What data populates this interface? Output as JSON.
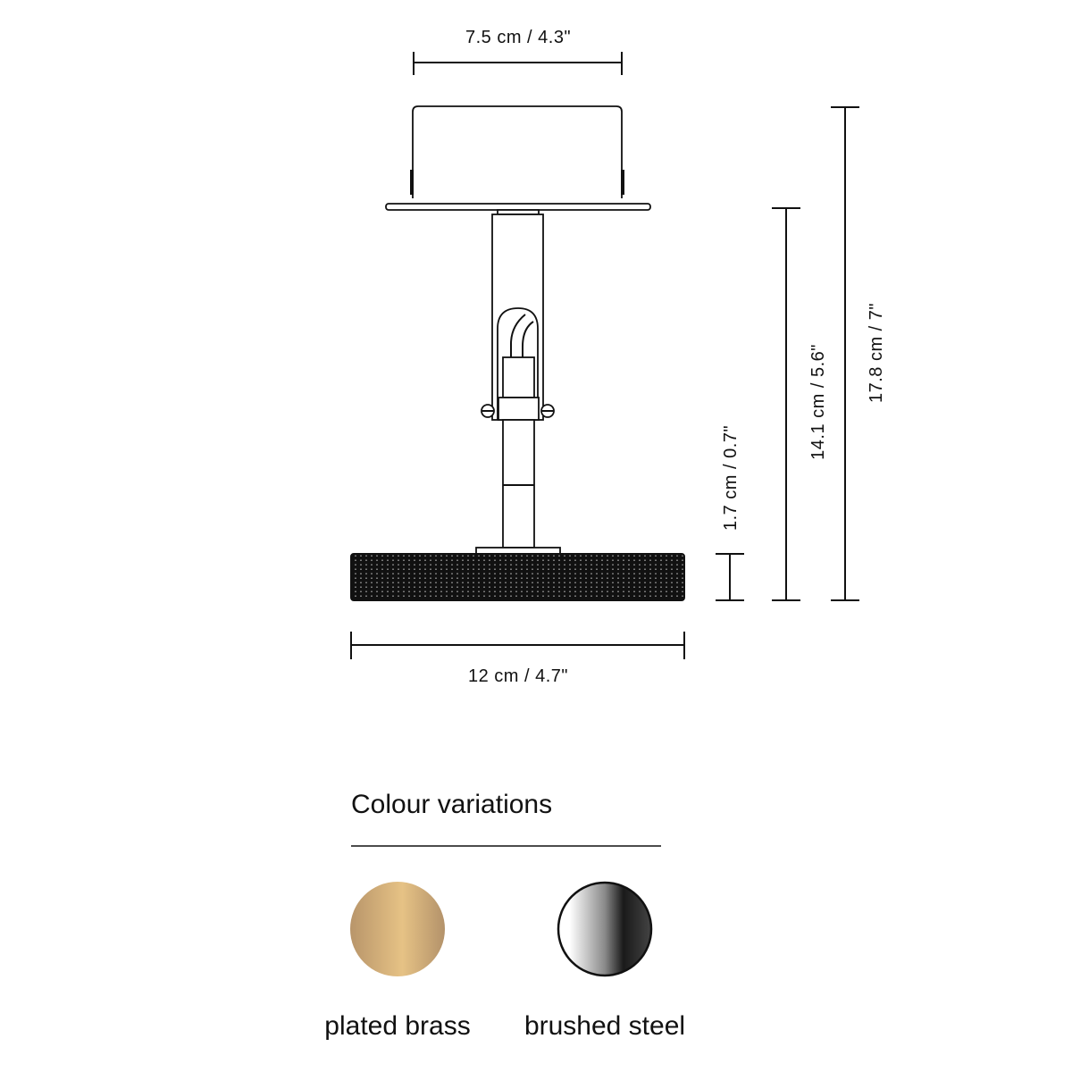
{
  "dimensions": {
    "top_width": "7.5 cm / 4.3\"",
    "base_width": "12 cm / 4.7\"",
    "disc_height": "1.7 cm / 0.7\"",
    "body_height": "14.1 cm / 5.6\"",
    "total_height": "17.8 cm / 7\""
  },
  "colour_section": {
    "title": "Colour variations",
    "options": [
      {
        "label": "plated brass",
        "colors": [
          "#c8a370",
          "#e6c285",
          "#b8976a"
        ]
      },
      {
        "label": "brushed steel",
        "colors": [
          "#ffffff",
          "#8a8a8a",
          "#111111"
        ]
      }
    ]
  }
}
